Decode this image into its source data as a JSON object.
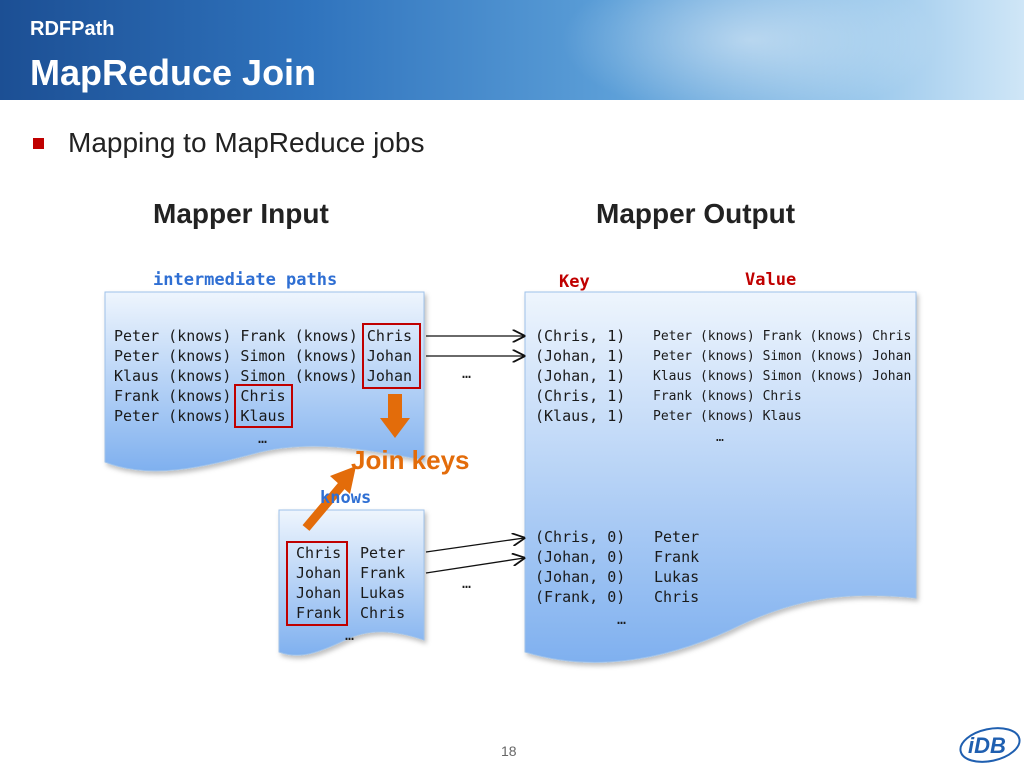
{
  "header": {
    "subtitle": "RDFPath",
    "title": "MapReduce Join"
  },
  "bullet": "Mapping to MapReduce jobs",
  "mapper_input": {
    "heading": "Mapper Input",
    "intermediate": {
      "caption": "intermediate paths",
      "lines": [
        "Peter (knows) Frank (knows) Chris",
        "Peter (knows) Simon (knows) Johan",
        "Klaus (knows) Simon (knows) Johan",
        "Frank (knows) Chris",
        "Peter (knows) Klaus"
      ],
      "ellipsis": "…"
    },
    "knows": {
      "caption": "knows",
      "rows": [
        [
          "Chris",
          "Peter"
        ],
        [
          "Johan",
          "Frank"
        ],
        [
          "Johan",
          "Lukas"
        ],
        [
          "Frank",
          "Chris"
        ]
      ],
      "ellipsis": "…"
    }
  },
  "mapper_output": {
    "heading": "Mapper Output",
    "key_label": "Key",
    "value_label": "Value",
    "top_rows": [
      {
        "key": "(Chris, 1)",
        "value": "Peter (knows) Frank (knows) Chris"
      },
      {
        "key": "(Johan, 1)",
        "value": "Peter (knows) Simon (knows) Johan"
      },
      {
        "key": "(Johan, 1)",
        "value": "Klaus (knows) Simon (knows) Johan"
      },
      {
        "key": "(Chris, 1)",
        "value": "Frank (knows) Chris"
      },
      {
        "key": "(Klaus, 1)",
        "value": "Peter (knows) Klaus"
      }
    ],
    "top_ellipsis": "…",
    "bottom_rows": [
      {
        "key": "(Chris, 0)",
        "value": "Peter"
      },
      {
        "key": "(Johan, 0)",
        "value": "Frank"
      },
      {
        "key": "(Johan, 0)",
        "value": "Lukas"
      },
      {
        "key": "(Frank, 0)",
        "value": "Chris"
      }
    ],
    "bottom_ellipsis": "…"
  },
  "gap_ellipsis": "…",
  "join_keys_label": "Join keys",
  "page_number": "18",
  "logo": {
    "text": "iDB",
    "icon": "idb-logo"
  },
  "colors": {
    "doc_fill_top": "#eef5fd",
    "doc_fill_bottom": "#7fb0ef",
    "red": "#c00000",
    "orange": "#e36c0a",
    "caption_blue": "#2f6fd3"
  }
}
